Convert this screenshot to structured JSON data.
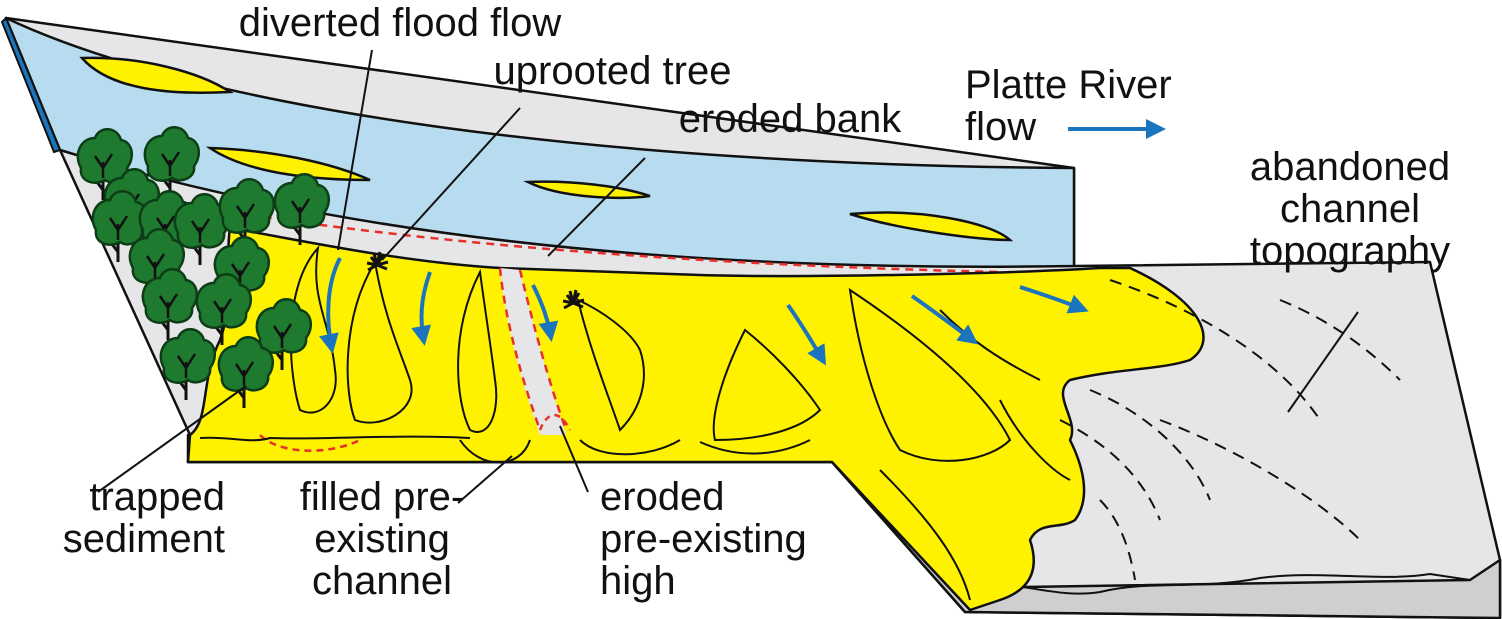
{
  "labels": {
    "diverted_flood_flow": "diverted flood flow",
    "uprooted_tree": "uprooted tree",
    "eroded_bank": "eroded bank",
    "platte_river_flow": [
      "Platte River",
      "flow"
    ],
    "abandoned_channel_topography": [
      "abandoned",
      "channel",
      "topography"
    ],
    "trapped_sediment": [
      "trapped",
      "sediment"
    ],
    "filled_pre_existing_channel": [
      "filled pre-",
      "existing",
      "channel"
    ],
    "eroded_pre_existing_high": [
      "eroded",
      "pre-existing",
      "high"
    ]
  },
  "colors": {
    "river": "#b8dcef",
    "sediment": "#fff200",
    "block_top": "#e6e6e8",
    "block_side": "#cfcfd2",
    "tree": "#1e7a2e",
    "flow_arrow": "#1b75bc",
    "eroded_outline": "#e8302a",
    "line": "#111111"
  },
  "icons": [
    "tree-icon",
    "uprooted-tree-icon",
    "flow-arrow-icon"
  ]
}
